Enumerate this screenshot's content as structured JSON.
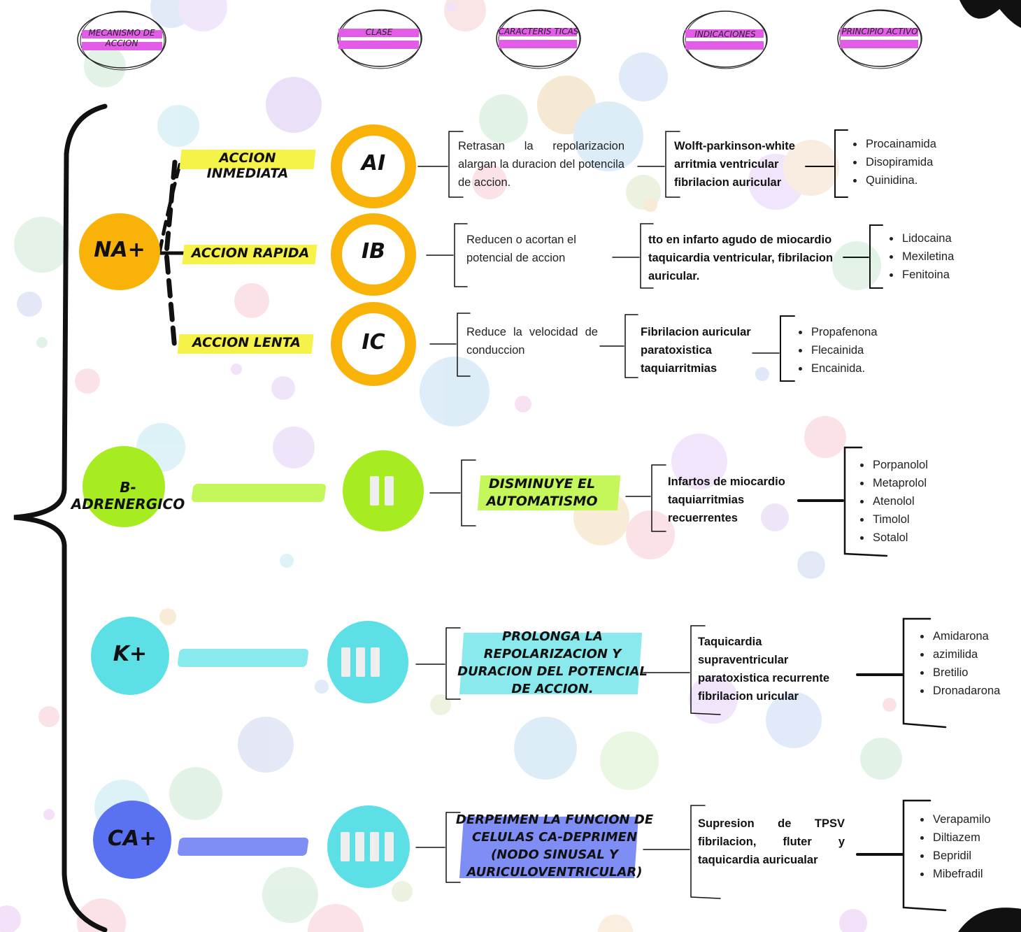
{
  "headers": [
    "MECANISMO DE ACCION",
    "CLASE",
    "CARACTERIS TICAS",
    "INDICACIONES",
    "PRINCIPIO ACTIVO"
  ],
  "mechanisms": {
    "na": "NA+",
    "beta": "B-ADRENERGICO",
    "k": "K+",
    "ca": "CA+"
  },
  "na_actions": [
    "ACCION INMEDIATA",
    "ACCION RAPIDA",
    "ACCION LENTA"
  ],
  "classes": {
    "ia": "AI",
    "ib": "IB",
    "ic": "IC"
  },
  "rows": {
    "ia": {
      "characteristics": "Retrasan la repolarizacion alargan la duracion del potencila de accion.",
      "indications": "Wolft-parkinson-white arritmia ventricular fibrilacion auricular",
      "drugs": [
        "Procainamida",
        "Disopiramida",
        "Quinidina."
      ]
    },
    "ib": {
      "characteristics": "Reducen o acortan el potencial de accion",
      "indications": "tto en infarto agudo de miocardio taquicardia ventricular, fibrilacion auricular.",
      "drugs": [
        "Lidocaina",
        "Mexiletina",
        "Fenitoina"
      ]
    },
    "ic": {
      "characteristics": "Reduce la velocidad de conduccion",
      "indications": "Fibrilacion auricular paratoxistica taquiarritmias",
      "drugs": [
        "Propafenona",
        "Flecainida",
        "Encainida."
      ]
    },
    "ii": {
      "characteristics": "DISMINUYE EL AUTOMATISMO",
      "indications": "Infartos de miocardio taquiarritmias recuerrentes",
      "drugs": [
        "Porpanolol",
        "Metaprolol",
        "Atenolol",
        "Timolol",
        "Sotalol"
      ]
    },
    "iii": {
      "characteristics": "PROLONGA LA REPOLARIZACION Y DURACION DEL POTENCIAL DE ACCION.",
      "indications": "Taquicardia supraventricular paratoxistica recurrente fibrilacion uricular",
      "drugs": [
        "Amidarona",
        "azimilida",
        "Bretilio",
        "Dronadarona"
      ]
    },
    "iv": {
      "characteristics": "DERPEIMEN LA FUNCION DE CELULAS CA-DEPRIMEN (NODO SINUSAL Y AURICULOVENTRICULAR)",
      "indications": "Supresion de TPSV fibrilacion, fluter y taquicardia auricualar",
      "drugs": [
        "Verapamilo",
        "Diltiazem",
        "Bepridil",
        "Mibefradil"
      ]
    }
  },
  "colors": {
    "na": "#f9b208",
    "beta": "#a6ec21",
    "k": "#5ce0e6",
    "ca": "#5a72f2",
    "yellow_marker": "#f5f24a",
    "green_marker": "#c3f75a",
    "cyan_marker": "#8ae9ec",
    "blue_marker": "#7f8ef5",
    "header_marker": "#e35ce8"
  }
}
